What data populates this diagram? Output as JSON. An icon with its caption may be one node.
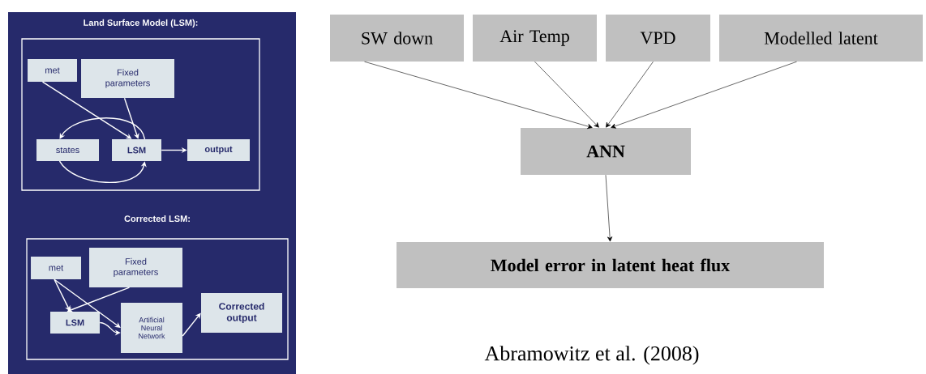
{
  "diagram": {
    "nodes": [
      {
        "text": [
          "Land Surface Model (LSM):"
        ]
      },
      {
        "text": [
          "met"
        ],
        "in": 0
      },
      {
        "text": [
          "Fixed parameters"
        ],
        "in": 0
      },
      {
        "text": [
          "states"
        ],
        "in": 0
      },
      {
        "text": [
          "LSM"
        ],
        "in": 0
      },
      {
        "text": [
          "output"
        ],
        "in": 0
      },
      {
        "text": [
          "Corrected LSM:"
        ]
      },
      {
        "text": [
          "met"
        ],
        "in": 6
      },
      {
        "text": [
          "Fixed parameters"
        ],
        "in": 6
      },
      {
        "text": [
          "LSM"
        ],
        "in": 6
      },
      {
        "text": [
          "Artificial Neural Network"
        ],
        "in": 6
      },
      {
        "text": [
          "Corrected output"
        ],
        "in": 6
      },
      {
        "text": [
          "SW down"
        ]
      },
      {
        "text": [
          "Air Temp"
        ]
      },
      {
        "text": [
          "VPD"
        ]
      },
      {
        "text": [
          "Modelled latent"
        ]
      },
      {
        "text": [
          "ANN"
        ]
      },
      {
        "text": [
          "Model error in latent heat flux"
        ]
      }
    ],
    "edges": [
      {
        "from": 1,
        "to": 4,
        "arrow": "to"
      },
      {
        "from": 2,
        "to": 4,
        "arrow": "to"
      },
      {
        "from": 4,
        "to": 3,
        "arrow": "to"
      },
      {
        "from": 3,
        "to": 4,
        "arrow": "to"
      },
      {
        "from": 4,
        "to": 5,
        "arrow": "to"
      },
      {
        "from": 7,
        "to": 9,
        "arrow": "to"
      },
      {
        "from": 7,
        "to": 10,
        "arrow": "to"
      },
      {
        "from": 8,
        "to": 9,
        "arrow": "to"
      },
      {
        "from": 9,
        "to": 10,
        "arrow": "to"
      },
      {
        "from": 10,
        "to": 11,
        "arrow": "to"
      },
      {
        "from": 12,
        "to": 16,
        "arrow": "to",
        "color": "#000000"
      },
      {
        "from": 13,
        "to": 16,
        "arrow": "to",
        "color": "#000000"
      },
      {
        "from": 14,
        "to": 16,
        "arrow": "to",
        "color": "#000000"
      },
      {
        "from": 15,
        "to": 16,
        "arrow": "to",
        "color": "#000000"
      },
      {
        "from": 16,
        "to": 17,
        "arrow": "to",
        "color": "#000000"
      }
    ],
    "labels": [
      "Abramowitz et al. (2008)"
    ]
  }
}
